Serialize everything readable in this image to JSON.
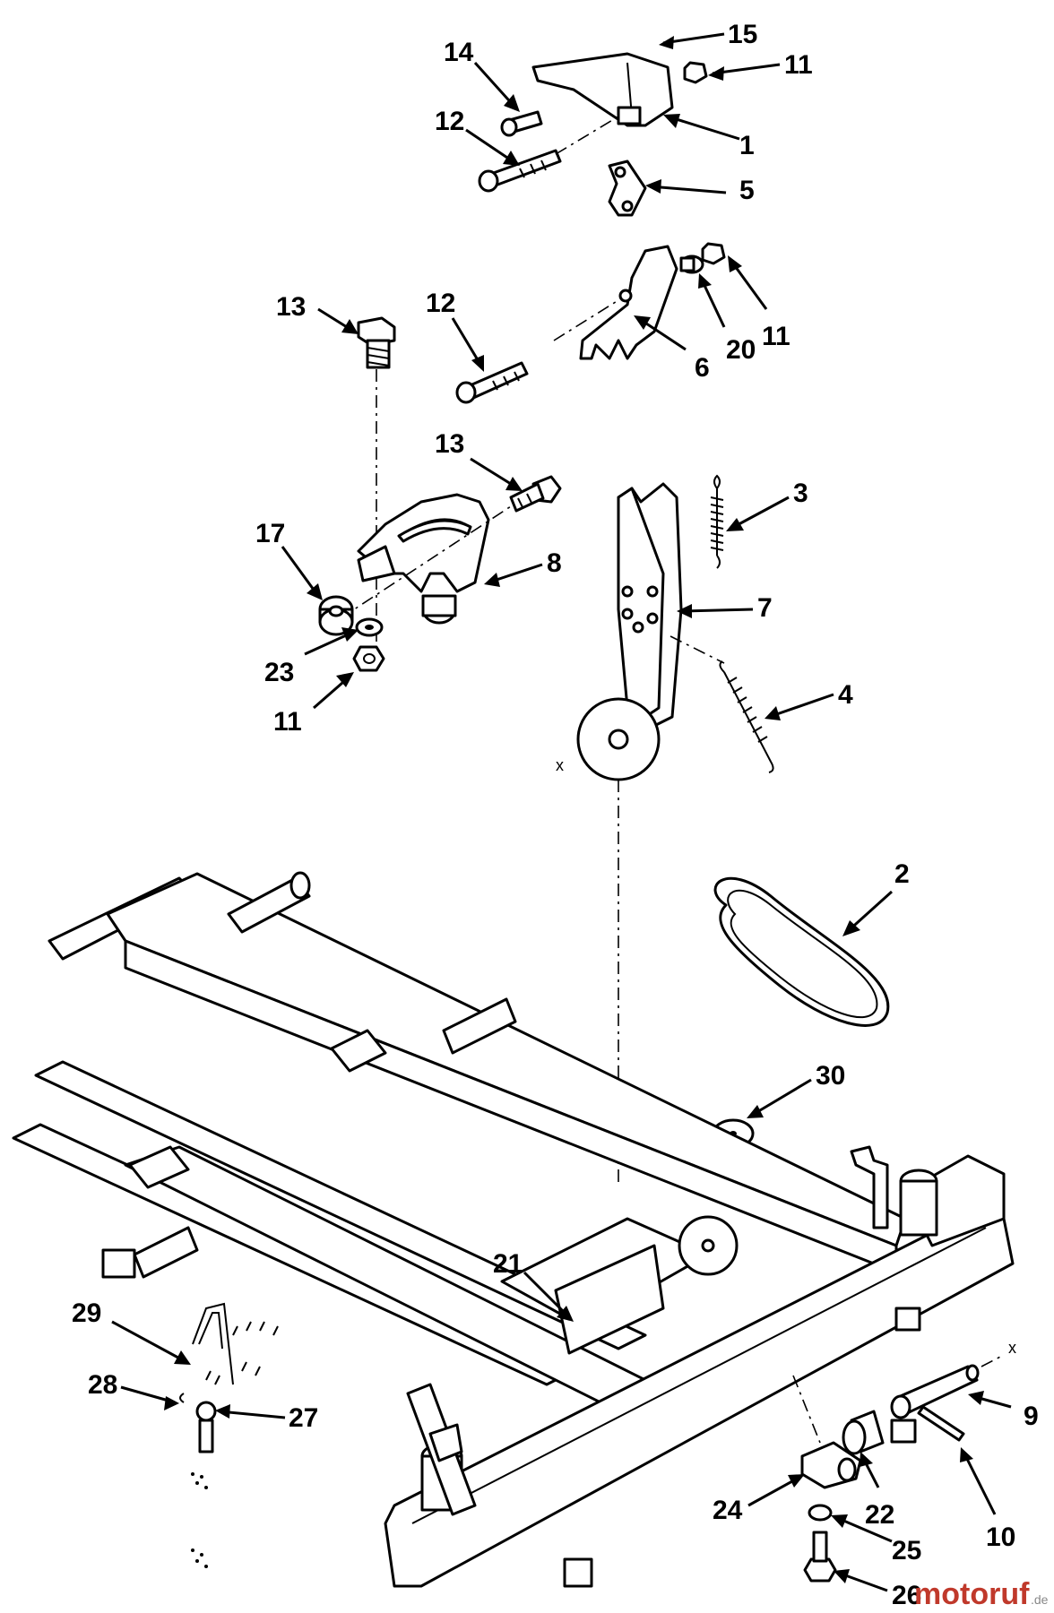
{
  "callouts": [
    {
      "id": "1",
      "label": "1"
    },
    {
      "id": "2",
      "label": "2"
    },
    {
      "id": "3",
      "label": "3"
    },
    {
      "id": "4",
      "label": "4"
    },
    {
      "id": "5",
      "label": "5"
    },
    {
      "id": "6",
      "label": "6"
    },
    {
      "id": "7",
      "label": "7"
    },
    {
      "id": "8",
      "label": "8"
    },
    {
      "id": "9",
      "label": "9"
    },
    {
      "id": "10",
      "label": "10"
    },
    {
      "id": "11a",
      "label": "11"
    },
    {
      "id": "11b",
      "label": "11"
    },
    {
      "id": "11c",
      "label": "11"
    },
    {
      "id": "12a",
      "label": "12"
    },
    {
      "id": "12b",
      "label": "12"
    },
    {
      "id": "13a",
      "label": "13"
    },
    {
      "id": "13b",
      "label": "13"
    },
    {
      "id": "14",
      "label": "14"
    },
    {
      "id": "15",
      "label": "15"
    },
    {
      "id": "17",
      "label": "17"
    },
    {
      "id": "20",
      "label": "20"
    },
    {
      "id": "21",
      "label": "21"
    },
    {
      "id": "22",
      "label": "22"
    },
    {
      "id": "23",
      "label": "23"
    },
    {
      "id": "24",
      "label": "24"
    },
    {
      "id": "25",
      "label": "25"
    },
    {
      "id": "26",
      "label": "26"
    },
    {
      "id": "27",
      "label": "27"
    },
    {
      "id": "28",
      "label": "28"
    },
    {
      "id": "29",
      "label": "29"
    },
    {
      "id": "30",
      "label": "30"
    }
  ],
  "markers": {
    "x1": "x",
    "x2": "x"
  },
  "watermark": {
    "text": "motoruf",
    "suffix": ".de",
    "color_primary": "#c0392b",
    "color_secondary": "#2c3e8f"
  }
}
